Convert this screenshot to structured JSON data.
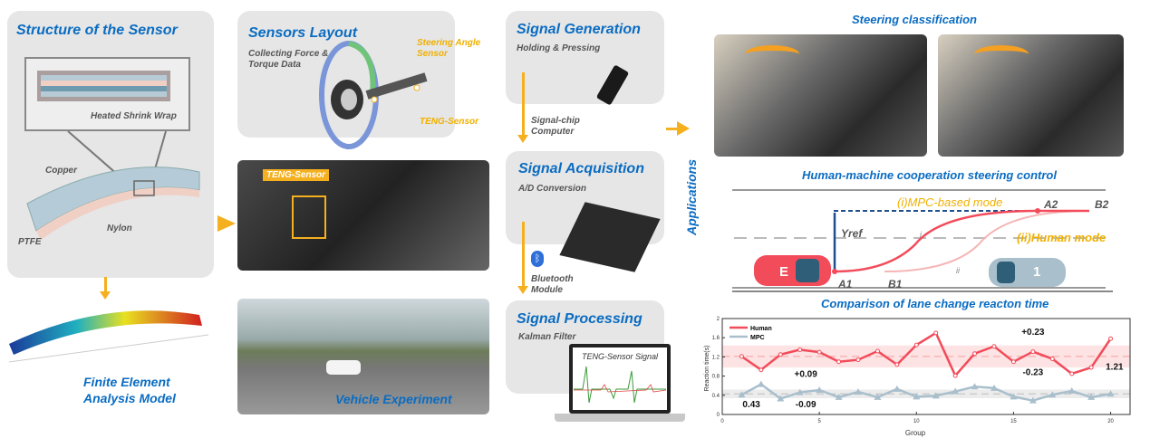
{
  "structure": {
    "title": "Structure of the Sensor",
    "shrink_wrap": "Heated Shrink Wrap",
    "copper": "Copper",
    "nylon": "Nylon",
    "ptfe": "PTFE"
  },
  "fea": {
    "title_line1": "Finite Element",
    "title_line2": "Analysis Model"
  },
  "layout": {
    "title": "Sensors Layout",
    "subtitle_line1": "Collecting Force &",
    "subtitle_line2": "Torque Data",
    "steering_line1": "Steering Angle",
    "steering_line2": "Sensor",
    "teng": "TENG-Sensor"
  },
  "cabin": {
    "teng_tag": "TENG-Sensor"
  },
  "vehicle": {
    "title": "Vehicle Experiment"
  },
  "signal": {
    "generation": {
      "title": "Signal Generation",
      "subtitle": "Holding & Pressing"
    },
    "chip_line1": "Signal-chip",
    "chip_line2": "Computer",
    "acquisition": {
      "title": "Signal Acquisition",
      "subtitle": "A/D Conversion"
    },
    "bt_line1": "Bluetooth",
    "bt_line2": "Module",
    "processing": {
      "title": "Signal Processing",
      "subtitle": "Kalman Filter"
    },
    "screen_title": "TENG-Sensor Signal"
  },
  "applications": "Applications",
  "steering": {
    "title": "Steering classification"
  },
  "hmc": {
    "title": "Human-machine cooperation steering control",
    "mpc_mode": "(i)MPC-based mode",
    "human_mode": "(ii)Human mode",
    "yref": "Yref",
    "a1": "A1",
    "b1": "B1",
    "a2": "A2",
    "b2": "B2",
    "path_i": "i",
    "path_ii": "ii",
    "ego": "E",
    "other": "1"
  },
  "colors": {
    "title_blue": "#0a6cc2",
    "accent_yellow": "#f5b020",
    "human": "#f24b5a",
    "mpc": "#a9bfcc"
  },
  "chart_data": {
    "type": "line",
    "title": "Comparison of lane change reacton time",
    "xlabel": "Group",
    "ylabel": "Reaction time(s)",
    "xlim": [
      0,
      21
    ],
    "ylim": [
      0,
      2
    ],
    "xticks": [
      0,
      5,
      10,
      15,
      20
    ],
    "yticks": [
      0,
      0.4,
      0.8,
      1.2,
      1.6,
      2
    ],
    "ytick_labels": [
      "0",
      "0.4",
      "0.8",
      "1.2",
      "1.6",
      "2"
    ],
    "x": [
      1,
      2,
      3,
      4,
      5,
      6,
      7,
      8,
      9,
      10,
      11,
      12,
      13,
      14,
      15,
      16,
      17,
      18,
      19,
      20
    ],
    "series": [
      {
        "name": "Human",
        "values": [
          1.21,
          0.93,
          1.25,
          1.35,
          1.3,
          1.1,
          1.14,
          1.32,
          1.04,
          1.45,
          1.7,
          0.81,
          1.27,
          1.42,
          1.1,
          1.31,
          1.16,
          0.85,
          0.98,
          1.58
        ],
        "mean": 1.21,
        "band": 0.23
      },
      {
        "name": "MPC",
        "values": [
          0.41,
          0.63,
          0.33,
          0.46,
          0.51,
          0.36,
          0.47,
          0.36,
          0.53,
          0.37,
          0.39,
          0.48,
          0.58,
          0.55,
          0.37,
          0.29,
          0.41,
          0.49,
          0.36,
          0.43
        ],
        "mean": 0.43,
        "band": 0.09
      }
    ],
    "annotations": {
      "human_mean": "1.21",
      "human_plus": "+0.23",
      "human_minus": "-0.23",
      "mpc_mean": "0.43",
      "mpc_plus": "+0.09",
      "mpc_minus": "-0.09"
    },
    "legend": "top-left"
  }
}
